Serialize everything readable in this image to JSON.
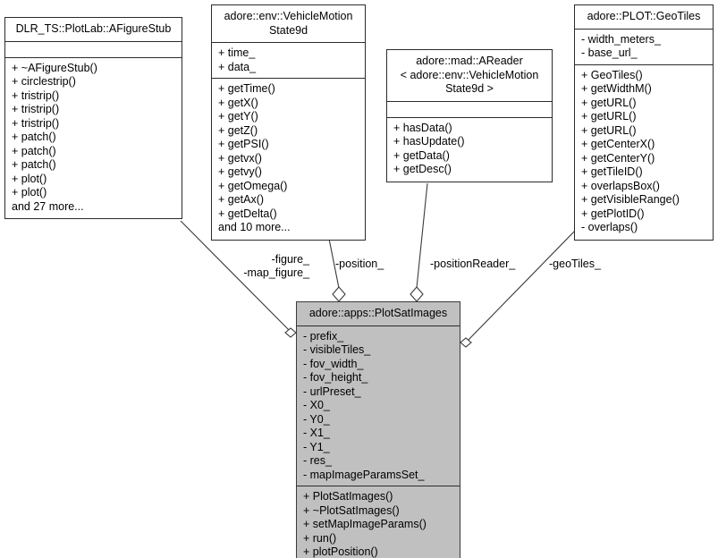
{
  "diagram": {
    "type": "uml-class-diagram",
    "background": "#ffffff",
    "highlight_fill": "#c0c0c0",
    "line_color": "#3a3a3a"
  },
  "classes": [
    {
      "id": "afigurestub",
      "name": "DLR_TS::PlotLab::AFigureStub",
      "attributes": [],
      "operations": [
        "+ ~AFigureStub()",
        "+ circlestrip()",
        "+ tristrip()",
        "+ tristrip()",
        "+ tristrip()",
        "+ patch()",
        "+ patch()",
        "+ patch()",
        "+ plot()",
        "+ plot()",
        "and 27 more..."
      ]
    },
    {
      "id": "vehiclemotionstate9d",
      "name": "adore::env::VehicleMotion\nState9d",
      "attributes": [
        "+ time_",
        "+ data_"
      ],
      "operations": [
        "+ getTime()",
        "+ getX()",
        "+ getY()",
        "+ getZ()",
        "+ getPSI()",
        "+ getvx()",
        "+ getvy()",
        "+ getOmega()",
        "+ getAx()",
        "+ getDelta()",
        "and 10 more..."
      ]
    },
    {
      "id": "areader",
      "name": "adore::mad::AReader\n< adore::env::VehicleMotion\nState9d >",
      "attributes": [],
      "operations": [
        "+ hasData()",
        "+ hasUpdate()",
        "+ getData()",
        "+ getDesc()"
      ]
    },
    {
      "id": "geotiles",
      "name": "adore::PLOT::GeoTiles",
      "attributes": [
        "- width_meters_",
        "- base_url_"
      ],
      "operations": [
        "+ GeoTiles()",
        "+ getWidthM()",
        "+ getURL()",
        "+ getURL()",
        "+ getURL()",
        "+ getCenterX()",
        "+ getCenterY()",
        "+ getTileID()",
        "+ overlapsBox()",
        "+ getVisibleRange()",
        "+ getPlotID()",
        "- overlaps()"
      ]
    },
    {
      "id": "plotsatimages",
      "name": "adore::apps::PlotSatImages",
      "attributes": [
        "- prefix_",
        "- visibleTiles_",
        "- fov_width_",
        "- fov_height_",
        "- urlPreset_",
        "- X0_",
        "- Y0_",
        "- X1_",
        "- Y1_",
        "- res_",
        "- mapImageParamsSet_"
      ],
      "operations": [
        "+ PlotSatImages()",
        "+ ~PlotSatImages()",
        "+ setMapImageParams()",
        "+ run()",
        "+ plotPosition()"
      ]
    }
  ],
  "relations": [
    {
      "id": "rel-figure",
      "label": "-figure_\n-map_figure_",
      "from": "afigurestub",
      "to": "plotsatimages"
    },
    {
      "id": "rel-position",
      "label": "-position_",
      "from": "vehiclemotionstate9d",
      "to": "plotsatimages"
    },
    {
      "id": "rel-positionreader",
      "label": "-positionReader_",
      "from": "areader",
      "to": "plotsatimages"
    },
    {
      "id": "rel-geotiles",
      "label": "-geoTiles_",
      "from": "geotiles",
      "to": "plotsatimages"
    }
  ]
}
